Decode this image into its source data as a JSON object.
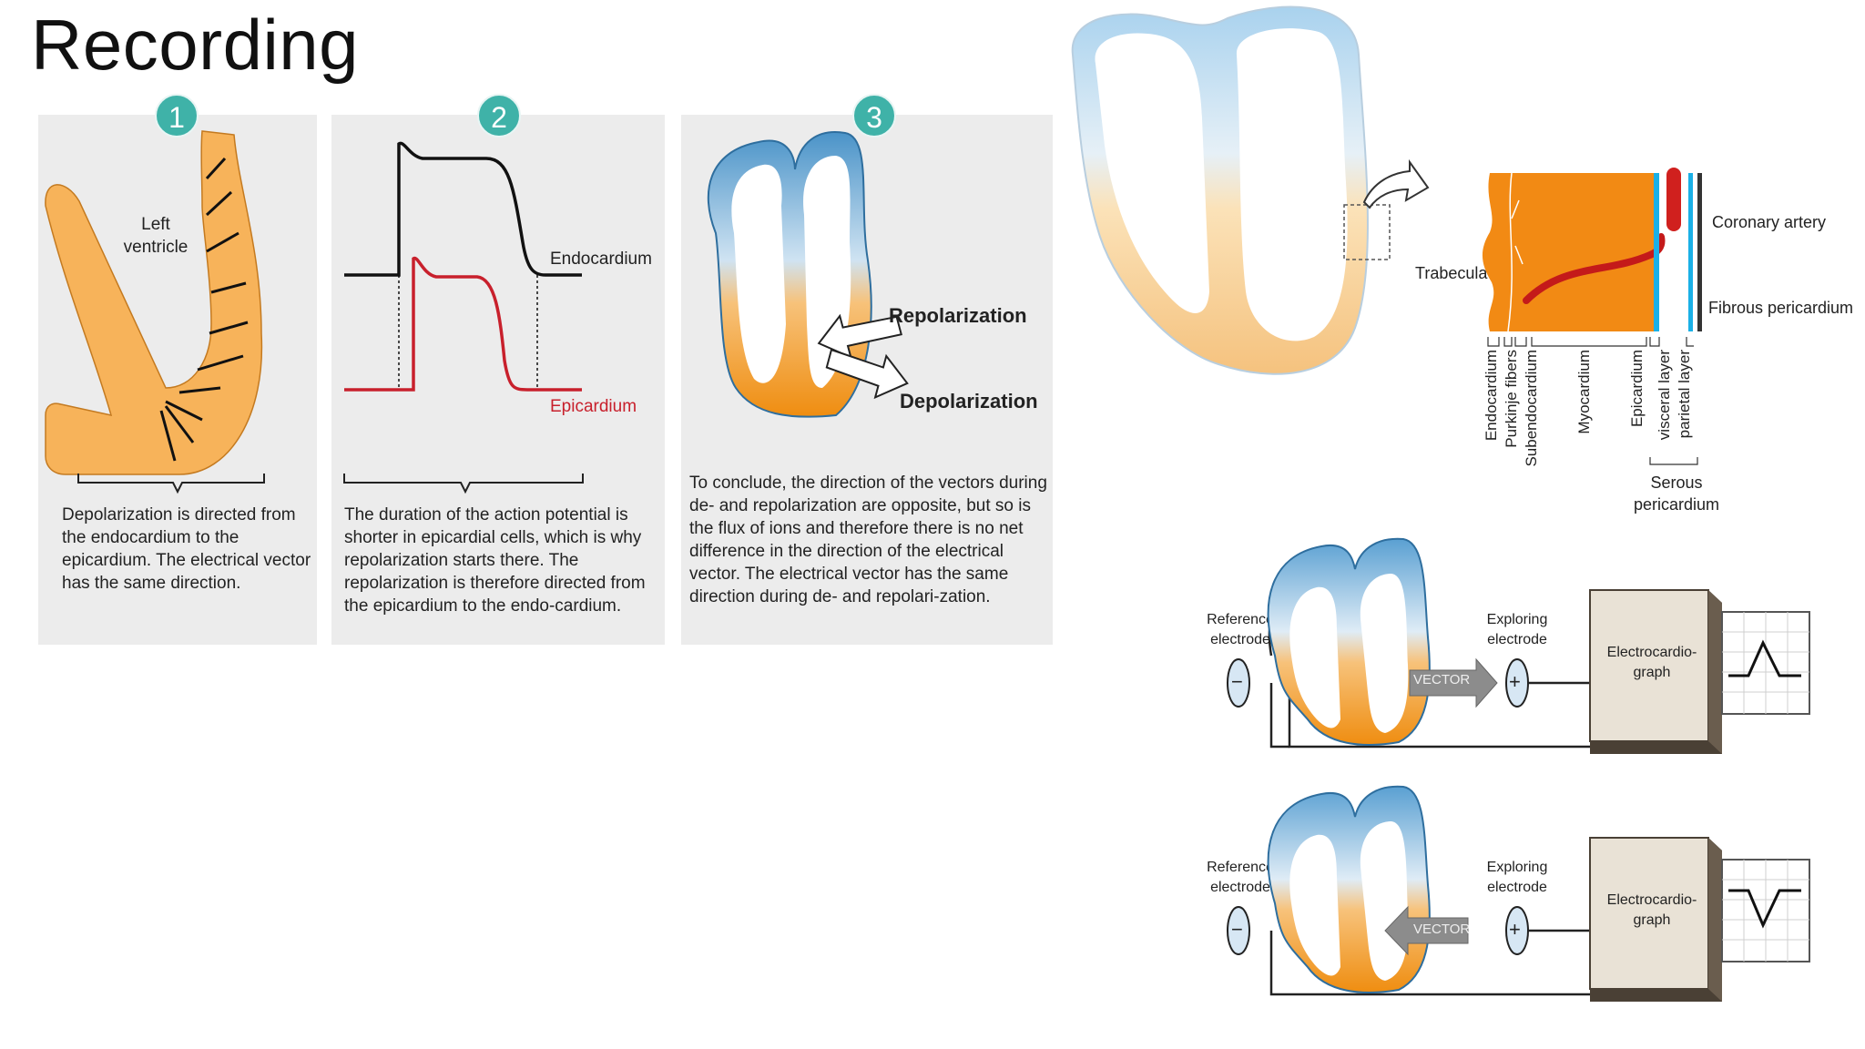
{
  "slide": {
    "title": "Recording"
  },
  "panels": [
    {
      "number": "1",
      "label": "Left ventricle",
      "description": "Depolarization is directed from the endocardium to the epicardium. The electrical vector has the same direction."
    },
    {
      "number": "2",
      "endo_label": "Endocardium",
      "epi_label": "Epicardium",
      "description": "The duration of the action potential is shorter in epicardial cells, which is why repolarization starts there. The repolarization is therefore directed from the epicardium to the endo-cardium."
    },
    {
      "number": "3",
      "repol_label": "Repolarization",
      "depol_label": "Depolarization",
      "description": "To conclude, the direction of the vectors during de- and repolarization are opposite, but so is the flux of ions and therefore there is no net difference in the direction of the electrical vector. The electrical vector has the same direction during de- and repolari-zation."
    }
  ],
  "anatomy": {
    "trabecula": "Trabecula",
    "coronary_artery": "Coronary artery",
    "fibrous_pericardium": "Fibrous pericardium",
    "layers": [
      "Endocardium",
      "Purkinje fibers",
      "Subendocardium",
      "Myocardium",
      "Epicardium",
      "visceral layer",
      "parietal layer"
    ],
    "serous_pericardium": "Serous pericardium"
  },
  "ecg_diagrams": [
    {
      "reference_label": "Reference electrode",
      "exploring_label": "Exploring electrode",
      "device_label": "Electrocardio-graph",
      "vector_label": "VECTOR",
      "vector_direction": "toward-exploring",
      "deflection": "positive",
      "minus_sign": "−",
      "plus_sign": "+"
    },
    {
      "reference_label": "Reference electrode",
      "exploring_label": "Exploring electrode",
      "device_label": "Electrocardio-graph",
      "vector_label": "VECTOR",
      "vector_direction": "away-from-exploring",
      "deflection": "negative",
      "minus_sign": "−",
      "plus_sign": "+"
    }
  ],
  "colors": {
    "badge": "#3fb2a8",
    "myocardium": "#f0a030",
    "blue_wall": "#79b6dc",
    "endocardium_trace": "#111111",
    "epicardium_trace": "#c8202c",
    "panel_bg": "#ececec"
  }
}
